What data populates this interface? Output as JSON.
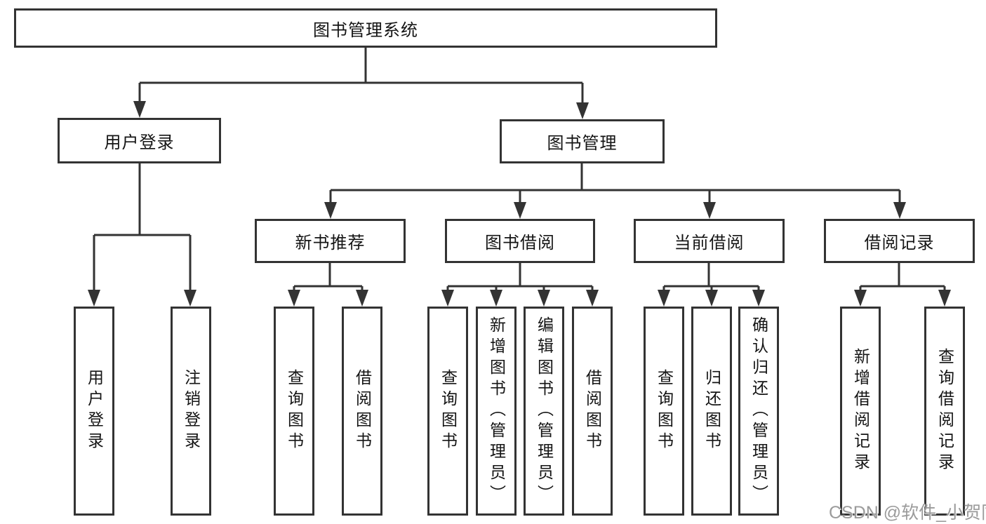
{
  "tree": {
    "label": "图书管理系统",
    "children": [
      {
        "label": "用户登录",
        "children": [
          {
            "label": "用户登录"
          },
          {
            "label": "注销登录"
          }
        ]
      },
      {
        "label": "图书管理",
        "children": [
          {
            "label": "新书推荐",
            "children": [
              {
                "label": "查询图书"
              },
              {
                "label": "借阅图书"
              }
            ]
          },
          {
            "label": "图书借阅",
            "children": [
              {
                "label": "查询图书"
              },
              {
                "label": "新增图书（管理员）"
              },
              {
                "label": "编辑图书（管理员）"
              },
              {
                "label": "借阅图书"
              }
            ]
          },
          {
            "label": "当前借阅",
            "children": [
              {
                "label": "查询图书"
              },
              {
                "label": "归还图书"
              },
              {
                "label": "确认归还（管理员）"
              }
            ]
          },
          {
            "label": "借阅记录",
            "children": [
              {
                "label": "新增借阅记录"
              },
              {
                "label": "查询借阅记录"
              }
            ]
          }
        ]
      }
    ]
  },
  "watermark": {
    "text": "CSDN @软件_小贺同学"
  },
  "colors": {
    "line": "#333333",
    "text": "#141414",
    "watermark": "#9b9b9b",
    "background": "#ffffff"
  }
}
